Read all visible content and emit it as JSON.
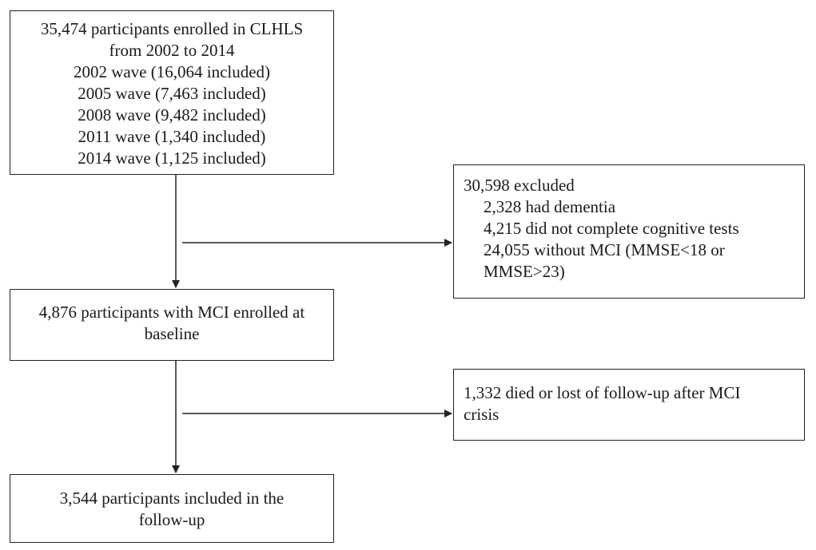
{
  "boxes": {
    "enrolled": {
      "lines": [
        "35,474 participants  enrolled  in  CLHLS",
        "from  2002 to 2014",
        "2002 wave  (16,064 included)",
        "2005 wave  (7,463 included)",
        "2008 wave  (9,482 included)",
        "2011 wave  (1,340 included)",
        "2014 wave  (1,125 included)"
      ]
    },
    "excluded": {
      "title": "30,598 excluded",
      "lines": [
        "2,328 had dementia",
        "4,215 did not complete  cognitive  tests",
        "24,055 without  MCI (MMSE<18 or",
        "MMSE>23)"
      ]
    },
    "baseline": {
      "lines": [
        "4,876 participants  with  MCI enrolled  at",
        "baseline"
      ]
    },
    "died": {
      "lines": [
        "1,332 died or lost of follow-up  after MCI",
        "crisis"
      ]
    },
    "followup": {
      "lines": [
        "3,544 participants  included  in  the",
        "follow-up"
      ]
    }
  }
}
